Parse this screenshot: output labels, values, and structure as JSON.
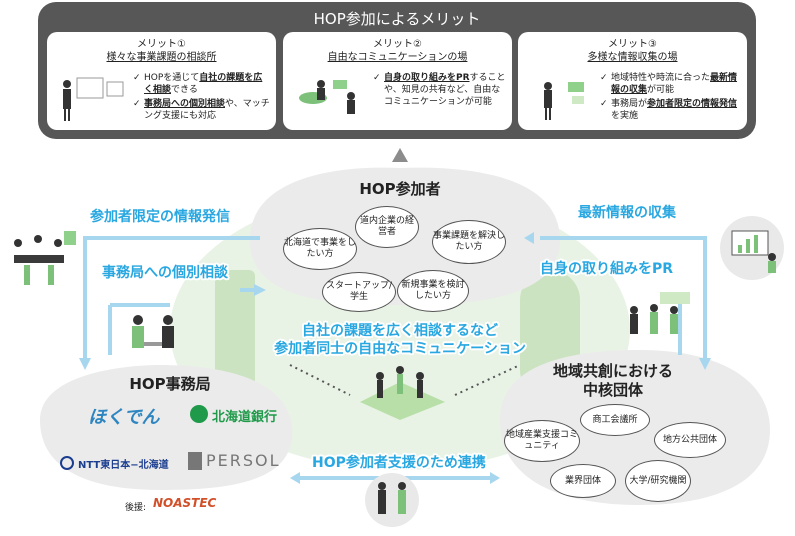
{
  "banner": {
    "title": "HOP参加によるメリット"
  },
  "merits": [
    {
      "label": "メリット①",
      "title": "様々な事業課題の相談所",
      "items": [
        {
          "pre": "HOPを通じて",
          "bold": "自社の課題を広く相談",
          "post": "できる"
        },
        {
          "pre": "",
          "bold": "事務局への個別相談",
          "post": "や、マッチング支援にも対応"
        }
      ]
    },
    {
      "label": "メリット②",
      "title": "自由なコミュニケーションの場",
      "items": [
        {
          "pre": "",
          "bold": "自身の取り組みをPR",
          "post": "することや、知見の共有など、自由なコミュニケーションが可能"
        }
      ]
    },
    {
      "label": "メリット③",
      "title": "多様な情報収集の場",
      "items": [
        {
          "pre": "地域特性や時流に合った",
          "bold": "最新情報の収集",
          "post": "が可能"
        },
        {
          "pre": "事務局が",
          "bold": "参加者限定の情報発信",
          "post": "を実施"
        }
      ]
    }
  ],
  "participants": {
    "title": "HOP参加者",
    "bubbles": [
      "道内企業の経営者",
      "北海道で事業をしたい方",
      "事業課題を解決したい方",
      "スタートアップ/学生",
      "新規事業を検討したい方"
    ]
  },
  "flows": {
    "info_release": "参加者限定の情報発信",
    "individual_consult": "事務局への個別相談",
    "latest_info": "最新情報の収集",
    "own_pr": "自身の取り組みをPR",
    "center_line1": "自社の課題を広く相談するなど",
    "center_line2": "参加者同士の自由なコミュニケーション",
    "support": "HOP参加者支援のため連携"
  },
  "secretariat": {
    "title": "HOP事務局",
    "logos": [
      "ほくでん",
      "北海道銀行",
      "NTT東日本−北海道",
      "PERSOL"
    ],
    "sponsor_label": "後援:",
    "sponsor": "NOASTEC"
  },
  "core": {
    "title_line1": "地域共創における",
    "title_line2": "中核団体",
    "bubbles": [
      "商工会議所",
      "地域産業支援コミュニティ",
      "地方公共団体",
      "業界団体",
      "大学/研究機関"
    ]
  },
  "colors": {
    "banner": "#575757",
    "accent_blue": "#29a7e1",
    "hop_green": "#a8d48a",
    "blob": "#ededed"
  }
}
